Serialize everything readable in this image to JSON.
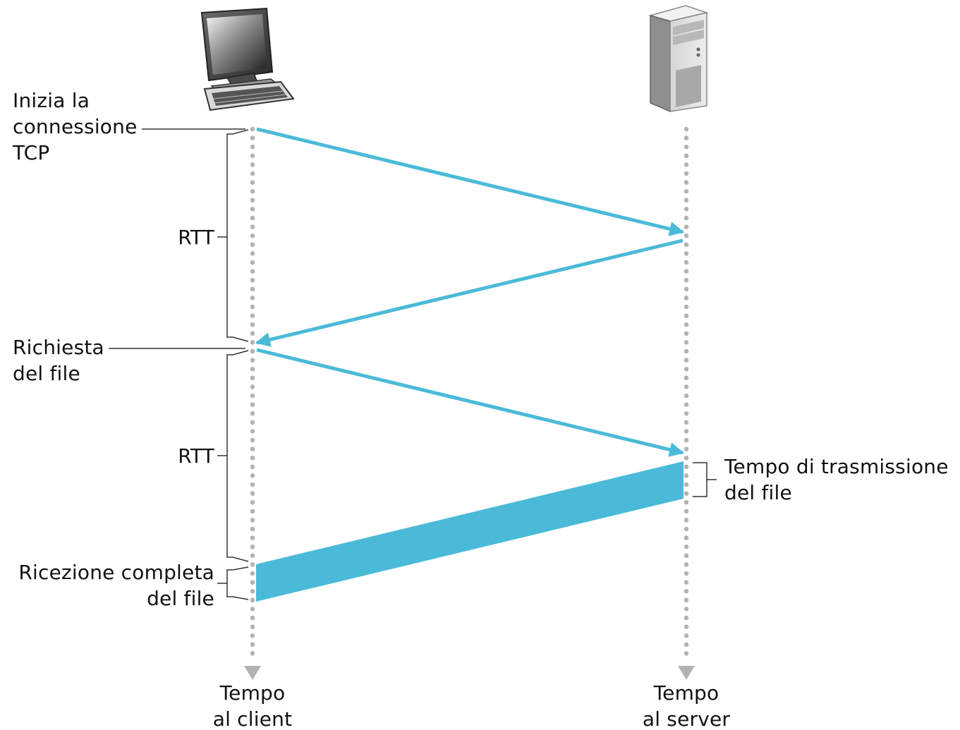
{
  "labels": {
    "start_tcp": "Inizia la\nconnessione\nTCP",
    "rtt_1": "RTT",
    "file_request": "Richiesta\ndel file",
    "rtt_2": "RTT",
    "file_received": "Ricezione completa\ndel file",
    "transmission_time": "Tempo di trasmissione\ndel file",
    "client_time": "Tempo\nal client",
    "server_time": "Tempo\nal server"
  },
  "colors": {
    "arrow": "#4bbad9",
    "timeline_dots": "#b3b3b3",
    "bracket": "#333333",
    "text": "#111111"
  },
  "icons": {
    "client": "desktop-computer-icon",
    "server": "tower-server-icon"
  }
}
